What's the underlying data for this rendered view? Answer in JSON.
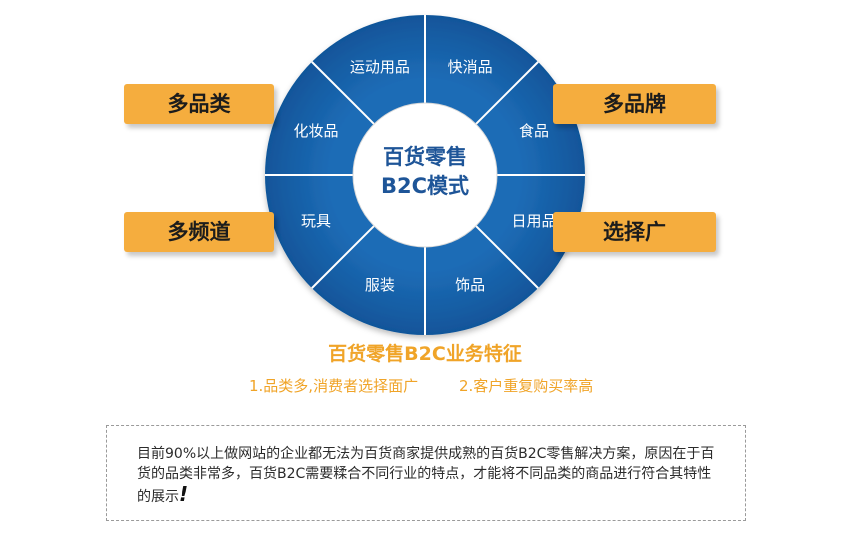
{
  "wheel": {
    "center_line1": "百货零售",
    "center_line2": "B2C模式",
    "segments": [
      "快消品",
      "食品",
      "日用品",
      "饰品",
      "服装",
      "玩具",
      "化妆品",
      "运动用品"
    ],
    "colors": {
      "ring": "#1660a8",
      "divider": "#ffffff",
      "center_fill": "#ffffff",
      "center_text": "#1e5598"
    }
  },
  "tags": {
    "left_top": "多品类",
    "left_bottom": "多频道",
    "right_top": "多品牌",
    "right_bottom": "选择广"
  },
  "feature": {
    "title": "百货零售B2C业务特征",
    "point1": "1.品类多,消费者选择面广",
    "point2": "2.客户重复购买率高"
  },
  "note": {
    "text": "目前90%以上做网站的企业都无法为百货商家提供成熟的百货B2C零售解决方案，原因在于百货的品类非常多，百货B2C需要糅合不同行业的特点，才能将不同品类的商品进行符合其特性的展示",
    "mark": "!"
  }
}
